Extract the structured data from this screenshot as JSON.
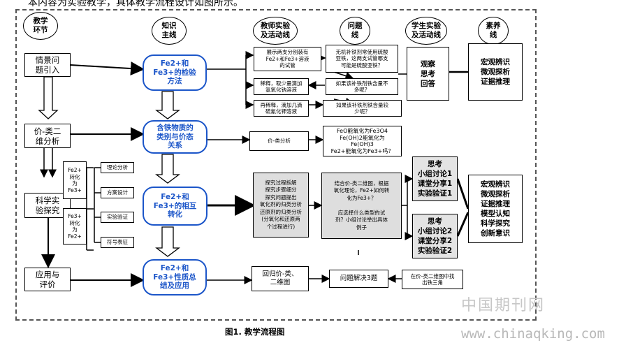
{
  "top_text": "本内容为实验教学，具体教学流程设计如图所示。",
  "headers": {
    "stage": "教学\n环节",
    "knowledge": "知识\n主线",
    "teacher": "教师实验\n及活动线",
    "question": "问题\n线",
    "student": "学生实验\n及活动线",
    "literacy": "素养\n线"
  },
  "stages": [
    "情景问\n题引入",
    "价-类二\n维分析",
    "科学实\n验探究",
    "应用与\n评价"
  ],
  "knowledge": [
    "Fe2+和\nFe3+的检验\n方法",
    "含铁物质的\n类别与价态\n关系",
    "Fe2+和\nFe3+的相互\n转化",
    "Fe2+和\nFe3+性质总\n结及应用"
  ],
  "sub_stage": {
    "transform": [
      "Fe2+\n转化\n为\nFe3+",
      "Fe3+\n转化\n为\nFe2+"
    ],
    "steps": [
      "理论分析",
      "方案设计",
      "实验验证",
      "符号表征"
    ]
  },
  "teacher": {
    "t1": [
      "展示两支分别装有\nFe2+和Fe3+溶液\n的试管",
      "稀释，取少量滴加\n氢氧化钠溶液",
      "再稀释，滴加几滴\n硫氰化钾溶液"
    ],
    "t2": "价-类分析",
    "t3": "探究过程拆解\n探究步骤细分\n探究问题提出\n氧化剂的归类分析\n还原剂的归类分析\n(分氧化和还原两\n个过程进行)",
    "t4": "回归价-类、\n二维图"
  },
  "questions": {
    "q1": [
      "无机补铁剂常使用硫酸\n亚铁，这两支试管哪支\n可能是硫酸亚铁？",
      "如果该补铁剂铁含量不\n多呢？",
      "如果该补铁剂铁含量较\n少呢？"
    ],
    "q2": "FeO能氧化为Fe3O4\nFe(OH)2能氧化为\nFe(OH)3\nFe2+能氧化为Fe3+吗？",
    "q3": "结合价-类二维图，根据\n氧化理论，Fe2+如何转\n化为Fe3+？\n\n应选择什么类型的试\n剂？小组讨论举出具体\n例子",
    "q4": "问题解决3题"
  },
  "student": {
    "s1": "观察\n思考\n回答",
    "s2": "思考\n小组讨论1\n课堂分享1\n实验验证1",
    "s3": "思考\n小组讨论2\n课堂分享2\n实验验证2",
    "s4": "在价-类二维图中找\n出铁三角"
  },
  "literacy": {
    "l1": "宏观辨识\n微观探析\n证据推理",
    "l2": "宏观辨识\n微观探析\n证据推理\n模型认知\n科学探究\n创新意识"
  },
  "caption": "图1.  教学流程图",
  "watermarks": [
    "中国期刊网",
    "www.chinaqking.com"
  ],
  "colors": {
    "accent_blue": "#1c56c9",
    "gray_fill": "#dedede",
    "line": "#000000"
  }
}
